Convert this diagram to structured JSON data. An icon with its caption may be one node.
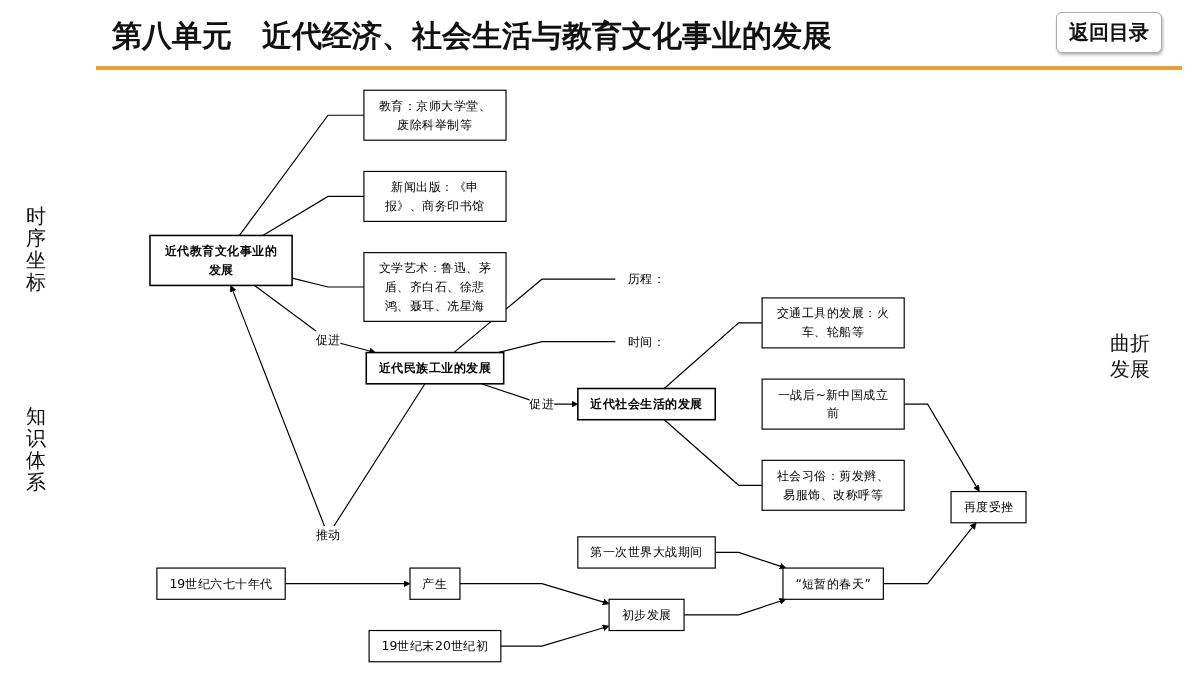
{
  "diagram": {
    "title": "第八单元　近代经济、社会生活与教育文化事业的发展",
    "nodes": [
      {
        "text": [
          "近代教育文化事业的发展"
        ]
      },
      {
        "text": [
          "教育：京师大学堂、废除科举制等"
        ]
      },
      {
        "text": [
          "新闻出版：《申报》、商务印书馆"
        ]
      },
      {
        "text": [
          "文学艺术：鲁迅、茅盾、齐白石、徐悲鸿、聂耳、冼星海"
        ]
      },
      {
        "text": [
          "近代民族工业的发展"
        ]
      },
      {
        "text": [
          "历程："
        ]
      },
      {
        "text": [
          "时间："
        ]
      },
      {
        "text": [
          "产生"
        ]
      },
      {
        "text": [
          "初步发展"
        ]
      },
      {
        "text": [
          "“短暂的春天”"
        ]
      },
      {
        "text": [
          "再度受挫"
        ]
      },
      {
        "text": [
          "19世纪六七十年代"
        ]
      },
      {
        "text": [
          "19世纪末20世纪初"
        ]
      },
      {
        "text": [
          "第一次世界大战期间"
        ]
      },
      {
        "text": [
          "一战后~新中国成立前"
        ]
      },
      {
        "text": [
          "近代社会生活的发展"
        ]
      },
      {
        "text": [
          "交通工具的发展：火车、轮船等"
        ]
      },
      {
        "text": [
          "社会习俗：剪发辫、易服饰、改称呼等"
        ]
      }
    ],
    "edges": [
      {
        "from": 0,
        "to": 1,
        "arrow": "none"
      },
      {
        "from": 0,
        "to": 2,
        "arrow": "none"
      },
      {
        "from": 0,
        "to": 3,
        "arrow": "none"
      },
      {
        "from": 4,
        "to": 0,
        "arrow": "to",
        "label": "推动"
      },
      {
        "from": 0,
        "to": 4,
        "arrow": "to",
        "label": "促进"
      },
      {
        "from": 4,
        "to": 5,
        "arrow": "none"
      },
      {
        "from": 4,
        "to": 6,
        "arrow": "none"
      },
      {
        "from": 7,
        "to": 8,
        "arrow": "to"
      },
      {
        "from": 8,
        "to": 9,
        "arrow": "to"
      },
      {
        "from": 9,
        "to": 10,
        "arrow": "to"
      },
      {
        "from": 11,
        "to": 7,
        "arrow": "to"
      },
      {
        "from": 12,
        "to": 8,
        "arrow": "to"
      },
      {
        "from": 13,
        "to": 9,
        "arrow": "to"
      },
      {
        "from": 14,
        "to": 10,
        "arrow": "to"
      },
      {
        "from": 4,
        "to": 15,
        "arrow": "to",
        "label": "促进"
      },
      {
        "from": 15,
        "to": 16,
        "arrow": "none"
      },
      {
        "from": 15,
        "to": 17,
        "arrow": "none"
      }
    ],
    "labels": [
      "返回目录",
      "时序坐标",
      "知识体系",
      "曲折发展"
    ]
  }
}
